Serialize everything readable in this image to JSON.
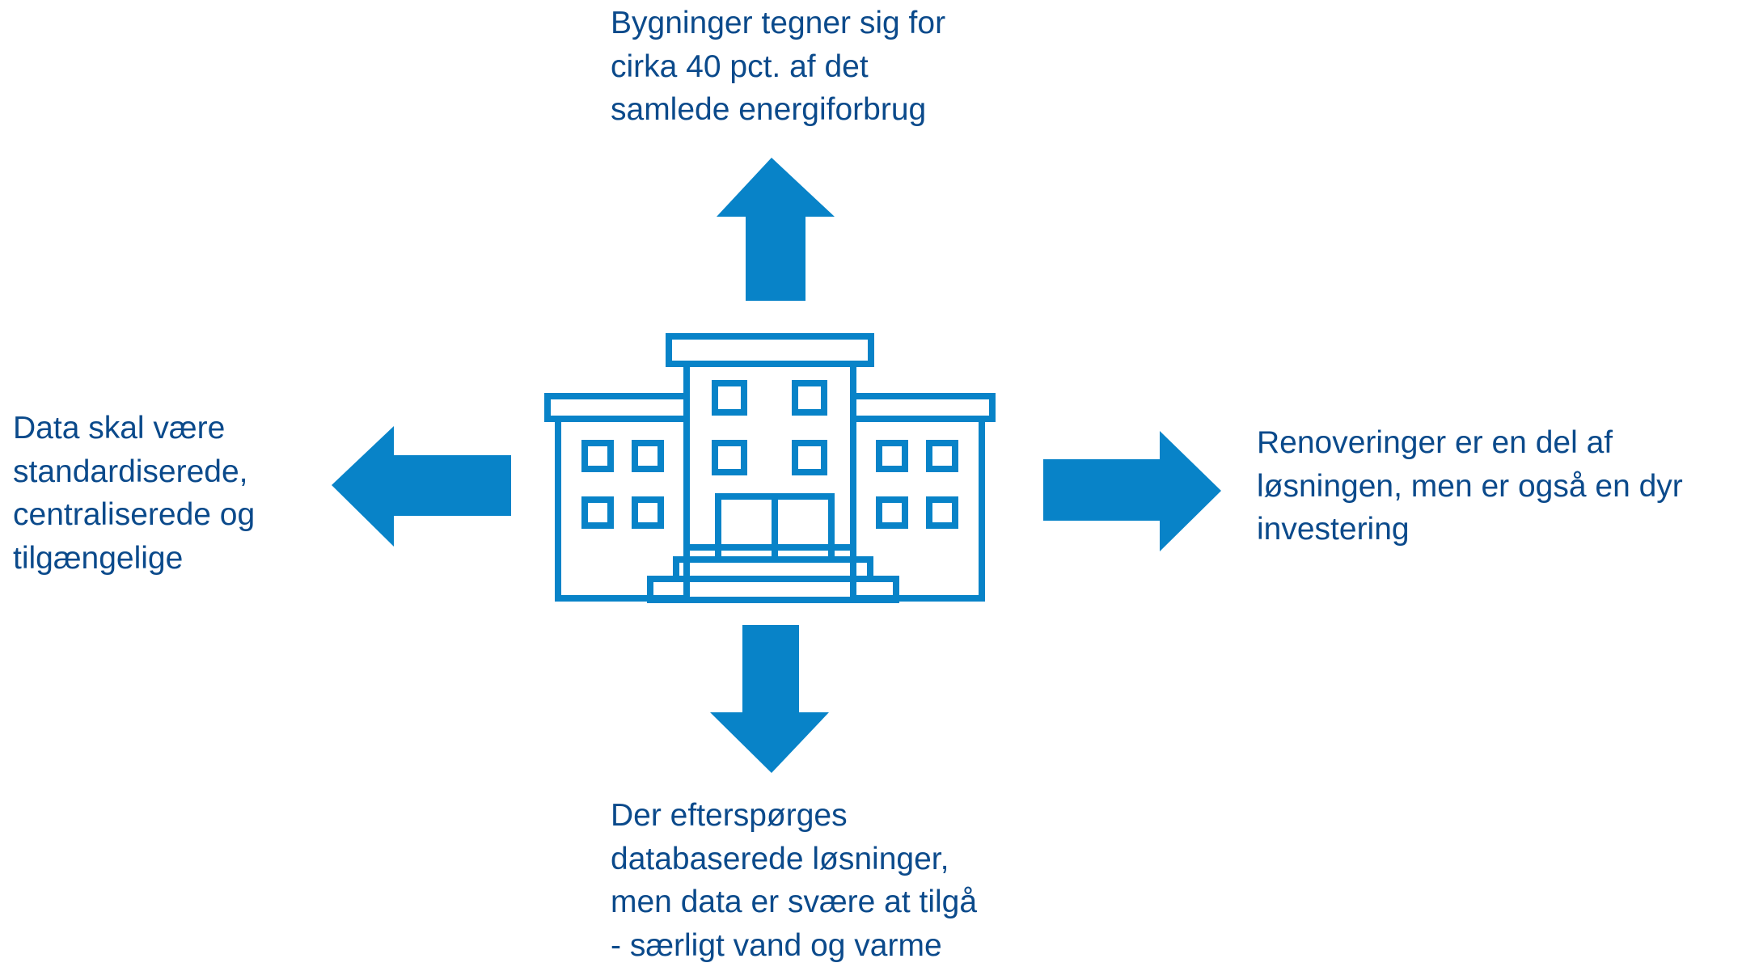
{
  "diagram": {
    "accent_color": "#0883c8",
    "text_color": "#0b4a8b",
    "center_icon": "building-icon",
    "labels": {
      "top": "Bygninger tegner sig for\ncirka 40 pct. af det\nsamlede energiforbrug",
      "left": "Data skal være\nstandardiserede,\ncentraliserede og\ntilgængelige",
      "right": "Renoveringer er en del af\nløsningen, men er også en dyr\ninvestering",
      "bottom": "Der efterspørges\ndatabaserede løsninger,\nmen data er svære at tilgå\n- særligt vand og varme"
    }
  }
}
